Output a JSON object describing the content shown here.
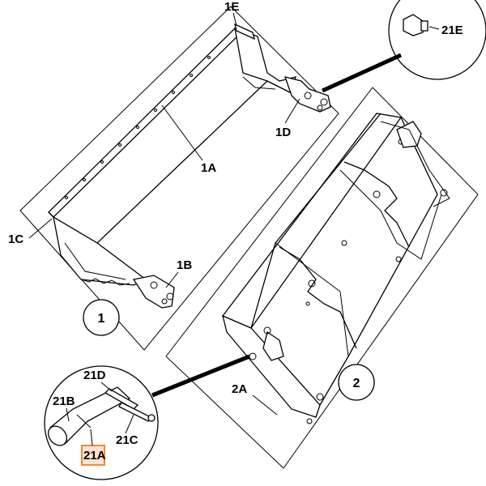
{
  "labels": {
    "l_1E": "1E",
    "l_21E": "21E",
    "l_1D": "1D",
    "l_1A": "1A",
    "l_1C": "1C",
    "l_1B": "1B",
    "l_21D": "21D",
    "l_21B": "21B",
    "l_2A": "2A",
    "l_21C": "21C",
    "l_21A": "21A"
  },
  "callouts": {
    "c1": "1",
    "c2": "2"
  },
  "colors": {
    "highlight": "#f08a3c"
  }
}
